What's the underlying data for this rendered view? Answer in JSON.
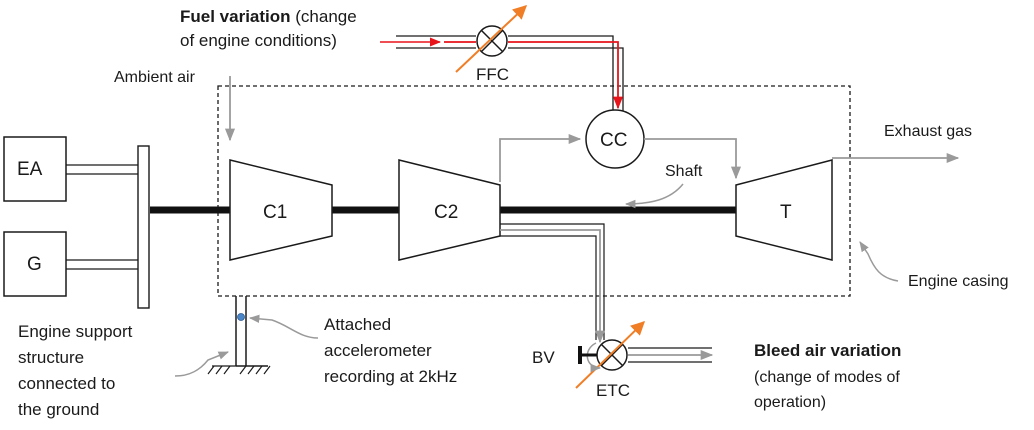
{
  "labels": {
    "fuel_variation_bold": "Fuel variation",
    "fuel_variation_rest": " (change",
    "fuel_variation_line2": "of engine conditions)",
    "ffc": "FFC",
    "ambient_air": "Ambient air",
    "cc": "CC",
    "exhaust_gas": "Exhaust gas",
    "shaft": "Shaft",
    "ea": "EA",
    "g": "G",
    "c1": "C1",
    "c2": "C2",
    "t": "T",
    "engine_casing": "Engine casing",
    "support_line1": "Engine support",
    "support_line2": "structure",
    "support_line3": "connected to",
    "support_line4": "the ground",
    "accel_line1": "Attached",
    "accel_line2": "accelerometer",
    "accel_line3": "recording at 2kHz",
    "bv": "BV",
    "etc": "ETC",
    "bleed_bold": "Bleed air variation",
    "bleed_line2": "(change of modes of",
    "bleed_line3": "operation)"
  },
  "colors": {
    "fuel_flow": "#e8141b",
    "valve_arrow": "#f07e26",
    "gas_path": "#9a9a9a",
    "outline": "#1a1a1a",
    "accelerometer": "#4a86c8"
  }
}
